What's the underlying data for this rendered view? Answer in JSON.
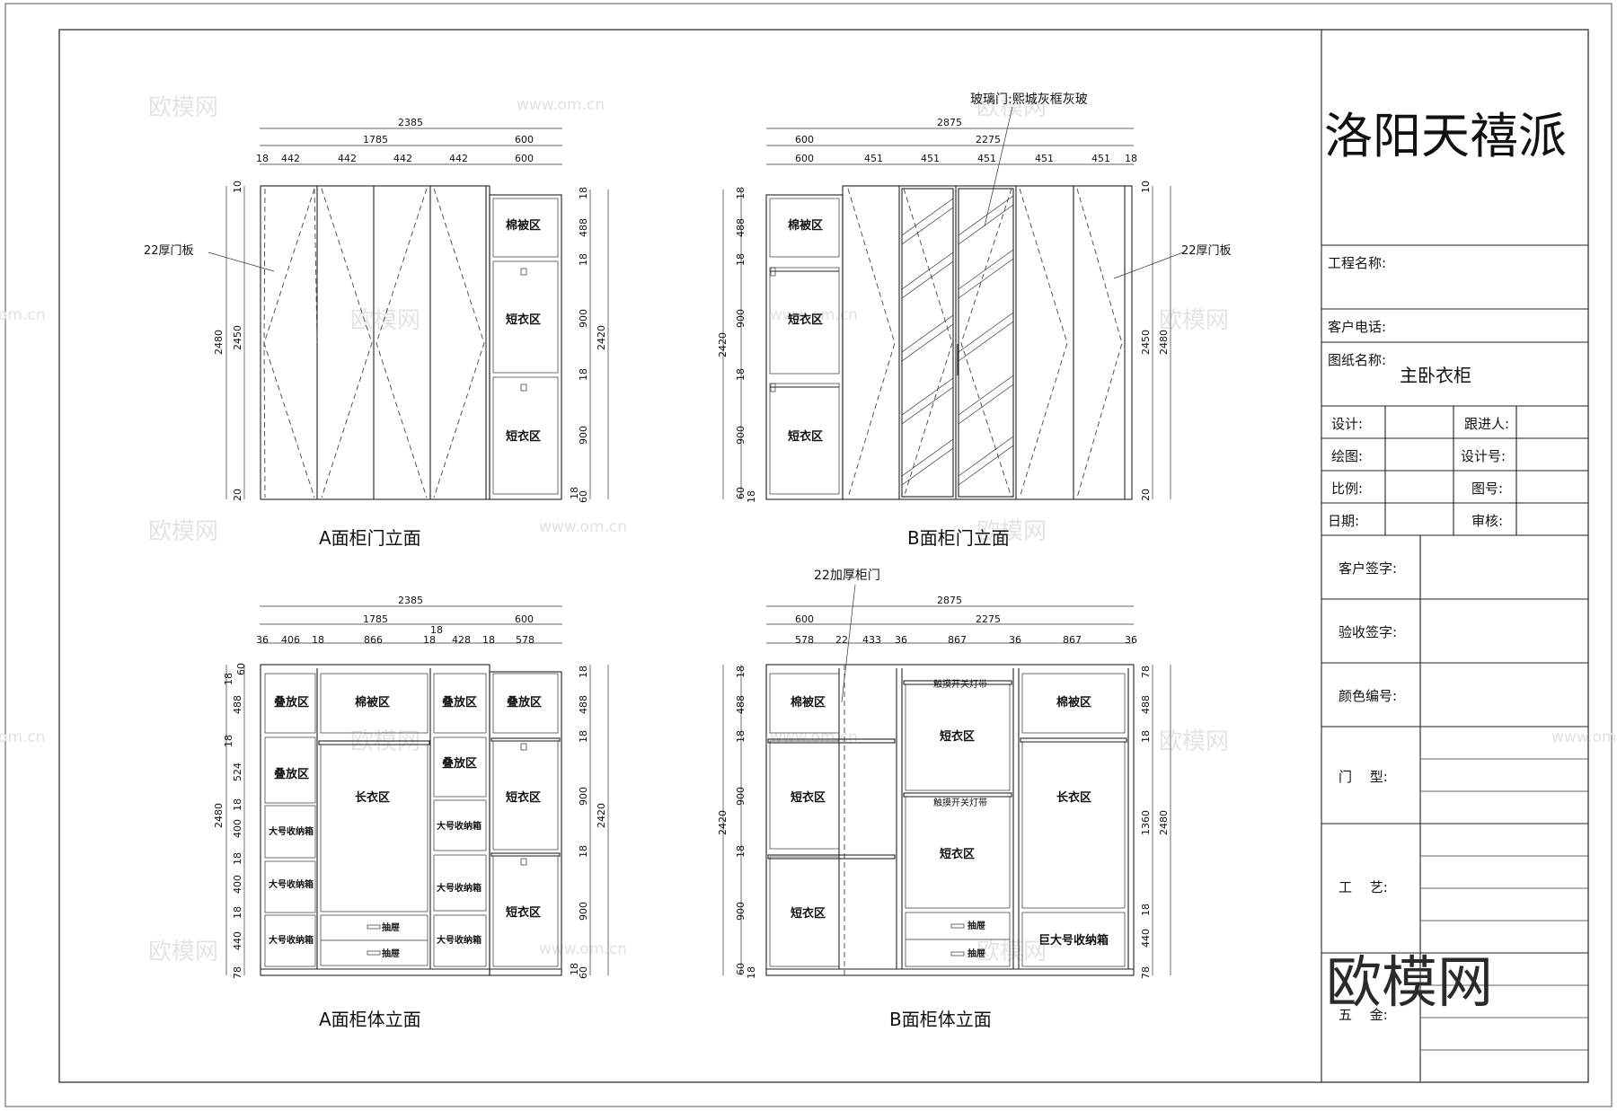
{
  "title_block": {
    "company": "洛阳天禧派",
    "project_name_label": "工程名称:",
    "client_phone_label": "客户电话:",
    "drawing_name_label": "图纸名称:",
    "drawing_name_value": "主卧衣柜",
    "design_label": "设计:",
    "follow_label": "跟进人:",
    "draft_label": "绘图:",
    "design_no_label": "设计号:",
    "scale_label": "比例:",
    "figure_no_label": "图号:",
    "date_label": "日期:",
    "review_label": "审核:",
    "client_sign_label": "客户签字:",
    "acceptance_sign_label": "验收签字:",
    "color_code_label": "颜色编号:",
    "door_type_label": "门　 型:",
    "craft_label": "工　 艺:",
    "hardware_label": "五　 金:"
  },
  "watermark": {
    "logo": "欧模网",
    "url": "www.om.cn",
    "side": "om.cn",
    "big": "欧模网"
  },
  "views": {
    "a_door": {
      "caption": "A面柜门立面",
      "note": "22厚门板",
      "dims_top": [
        "2385",
        "1785",
        "600"
      ],
      "dims_row": [
        "18",
        "442",
        "442",
        "442",
        "442",
        "600"
      ],
      "dims_left": [
        "10",
        "2450",
        "20"
      ],
      "dims_left_total": "2480",
      "dims_right": [
        "18",
        "488",
        "18",
        "900",
        "18",
        "900",
        "18",
        "60"
      ],
      "dims_right_total": "2420",
      "labels": [
        "棉被区",
        "短衣区",
        "短衣区"
      ]
    },
    "b_door": {
      "caption": "B面柜门立面",
      "note_glass": "玻璃门:熙城灰框灰玻",
      "note": "22厚门板",
      "dims_top": [
        "2875",
        "600",
        "2275"
      ],
      "dims_row": [
        "600",
        "451",
        "451",
        "451",
        "451",
        "451",
        "18"
      ],
      "dims_left": [
        "18",
        "488",
        "18",
        "900",
        "18",
        "900",
        "60",
        "18"
      ],
      "dims_left_total": "2420",
      "dims_right": [
        "10",
        "2450",
        "20"
      ],
      "dims_right_total": "2480",
      "labels": [
        "棉被区",
        "短衣区",
        "短衣区"
      ]
    },
    "a_body": {
      "caption": "A面柜体立面",
      "dims_top": [
        "2385",
        "1785",
        "600",
        "18"
      ],
      "dims_row": [
        "36",
        "406",
        "18",
        "866",
        "18",
        "428",
        "18",
        "578"
      ],
      "dims_left": [
        "18",
        "60",
        "488",
        "18",
        "524",
        "18",
        "400",
        "18",
        "400",
        "18",
        "440",
        "78"
      ],
      "dims_left_total": "2480",
      "dims_right": [
        "18",
        "488",
        "18",
        "900",
        "18",
        "900",
        "18",
        "60"
      ],
      "dims_right_total": "2420",
      "labels": {
        "fold": "叠放区",
        "quilt": "棉被区",
        "long": "长衣区",
        "short": "短衣区",
        "big_box": "大号收纳箱",
        "drawer": "抽屉"
      }
    },
    "b_body": {
      "caption": "B面柜体立面",
      "note": "22加厚柜门",
      "dims_top": [
        "2875",
        "600",
        "2275"
      ],
      "dims_row": [
        "578",
        "22",
        "433",
        "36",
        "867",
        "36",
        "867",
        "36"
      ],
      "dims_left": [
        "18",
        "488",
        "18",
        "900",
        "18",
        "900",
        "60",
        "18"
      ],
      "dims_left_total": "2420",
      "dims_right": [
        "78",
        "488",
        "18",
        "1360",
        "18",
        "440",
        "78"
      ],
      "dims_right_total": "2480",
      "labels": {
        "quilt": "棉被区",
        "short": "短衣区",
        "long": "长衣区",
        "light": "触摸开关灯带",
        "drawer": "抽屉",
        "huge_box": "巨大号收纳箱"
      }
    }
  }
}
